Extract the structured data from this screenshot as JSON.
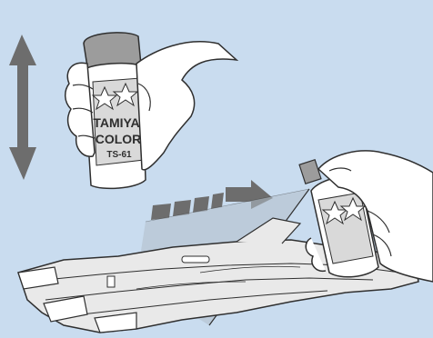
{
  "illustration": {
    "background_color": "#c9dcef",
    "line_color": "#2f2f2f",
    "skin_color": "#ffffff",
    "spray_can_color": "#9c9c9c",
    "motion_color": "#6d6d6d",
    "spray_mist_color": "#b0bdc9",
    "aircraft_color": "#e9e9e9"
  },
  "spray_can": {
    "brand": "TAMIYA COLOR",
    "label_line1": "TAMIYA",
    "label_line2": "COLOR",
    "label_code": "TS-61"
  },
  "instructions": {
    "shake_arrow_icon": "double-headed-vertical-arrow",
    "spray_direction_icon": "dashed-right-arrow"
  }
}
